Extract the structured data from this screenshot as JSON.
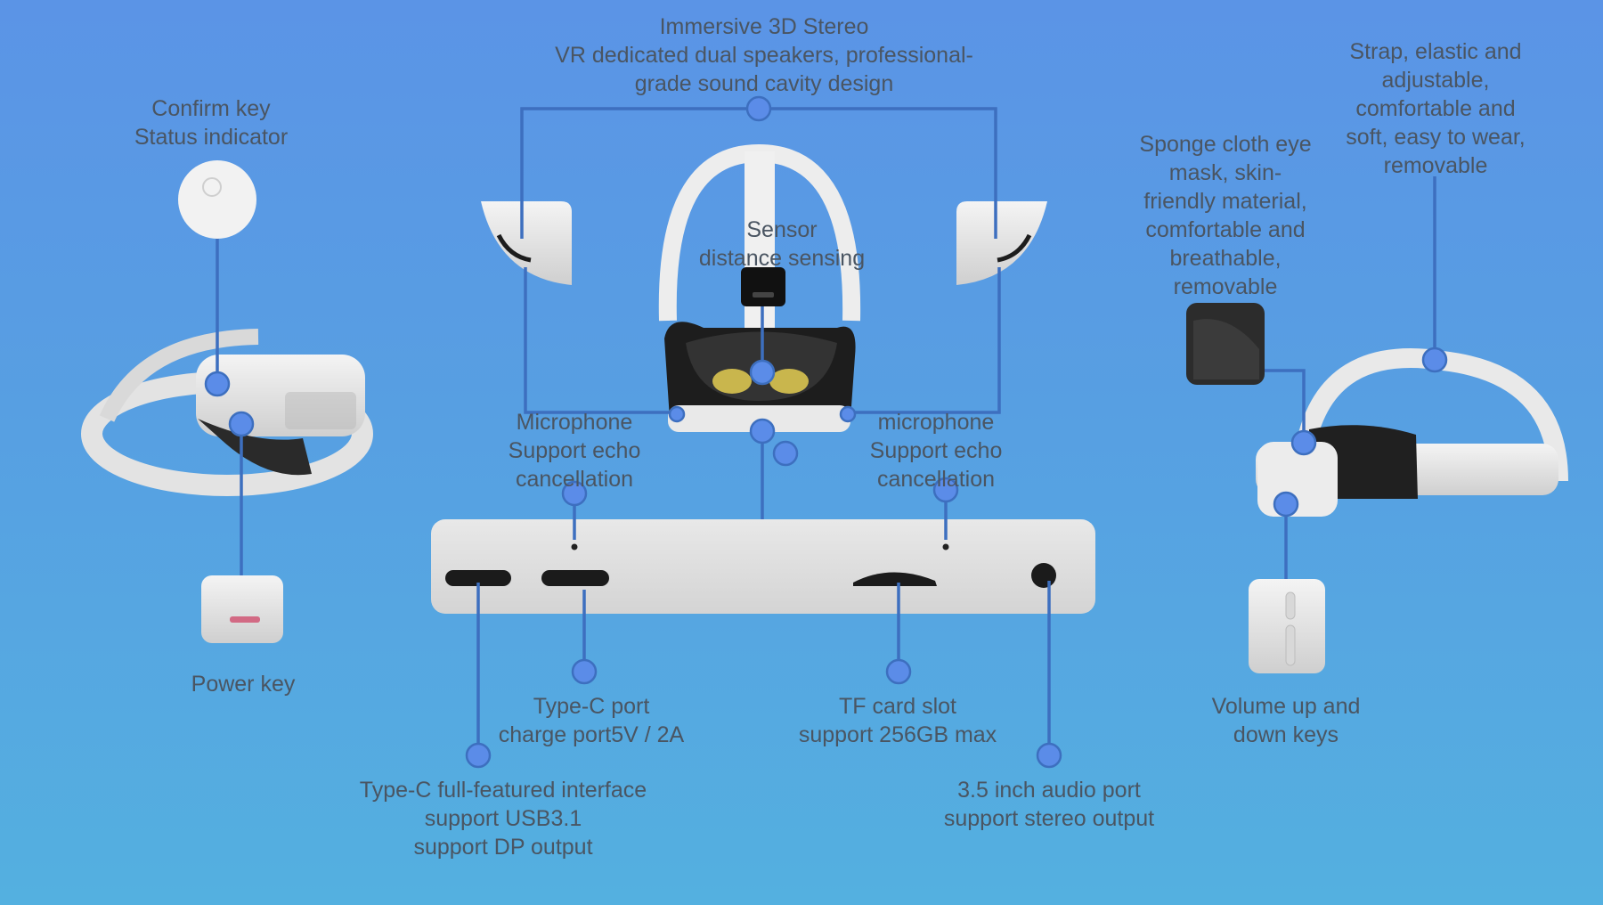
{
  "colors": {
    "background_top": "#5b94e6",
    "background_bottom": "#54b0e0",
    "callout_line": "#3d6fbf",
    "callout_dot": "#5b8ce8",
    "device_white": "#e6e6e6",
    "device_dark": "#1e1e1e",
    "label_text": "#4a5562"
  },
  "labels": {
    "confirm_key": [
      "Confirm key",
      "Status indicator"
    ],
    "power_key": [
      "Power key"
    ],
    "speakers": [
      "Immersive 3D Stereo",
      "VR dedicated dual speakers, professional-",
      "grade sound cavity design"
    ],
    "sensor": [
      "Sensor",
      "distance sensing"
    ],
    "mic_left": [
      "Microphone",
      "Support echo",
      "cancellation"
    ],
    "mic_right": [
      "microphone",
      "Support echo",
      "cancellation"
    ],
    "eye_mask": [
      "Sponge cloth eye",
      "mask, skin-",
      "friendly material,",
      "comfortable and",
      "breathable,",
      "removable"
    ],
    "strap": [
      "Strap, elastic and",
      "adjustable,",
      "comfortable and",
      "soft, easy to wear,",
      "removable"
    ],
    "volume_keys": [
      "Volume up and",
      "down keys"
    ],
    "typec_charge": [
      "Type-C port",
      "charge port5V / 2A"
    ],
    "typec_full": [
      "Type-C full-featured interface",
      "support USB3.1",
      "support DP output"
    ],
    "tf_card": [
      "TF card slot",
      "support 256GB max"
    ],
    "audio_port": [
      "3.5 inch audio port",
      "support stereo output"
    ]
  },
  "icons": {
    "headset_side_left": "vr-headset-side-icon",
    "headset_front": "vr-headset-front-icon",
    "headset_side_right": "vr-headset-side-icon",
    "port_panel": "headset-bottom-ports-icon"
  }
}
